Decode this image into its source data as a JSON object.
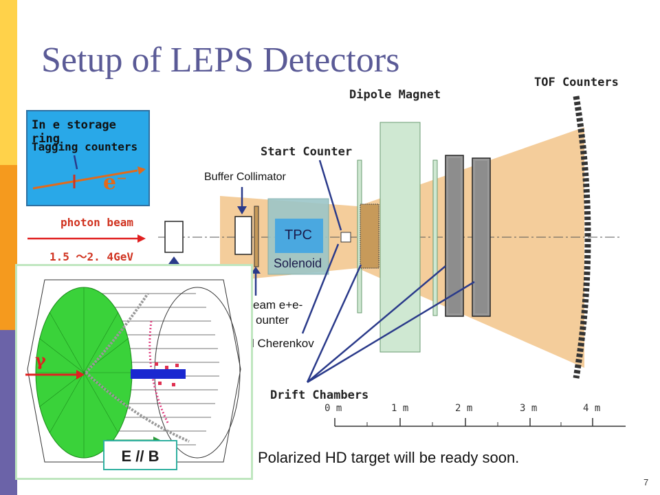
{
  "slide": {
    "title": "Setup of LEPS Detectors",
    "page_number": "7",
    "caption": "Polarized HD target will be ready soon."
  },
  "labels": {
    "dipole_magnet": "Dipole Magnet",
    "tof_counters": "TOF Counters",
    "start_counter": "Start Counter",
    "buffer_collimator": "Buffer Collimator",
    "photon_beam": "photon beam",
    "energy": "1.5 ～2. 4GeV",
    "tpc": "TPC",
    "solenoid": "Solenoid",
    "beam_counter": "eam e+e-",
    "beam_counter_2": "ounter",
    "cherenkov": "l Cherenkov",
    "drift_chambers": "Drift Chambers",
    "electron": "e⁻"
  },
  "tagging_box": {
    "line1": "In e storage ring",
    "line2": "Tagging counters"
  },
  "scale": {
    "ticks": [
      "0 m",
      "1 m",
      "2 m",
      "3 m",
      "4 m"
    ]
  },
  "inset": {
    "gamma": "γ",
    "field_label": "E // B"
  },
  "colors": {
    "title": "#5a5a96",
    "stripe_orange": "#f5a623",
    "stripe_purple": "#6b63a8",
    "acceptance_cone": "#f2c48a",
    "magnet": "#cfe8d2",
    "tpc_box": "#9cc6c8",
    "arrow_blue": "#2a3a8a",
    "beam_red": "#e02020"
  }
}
